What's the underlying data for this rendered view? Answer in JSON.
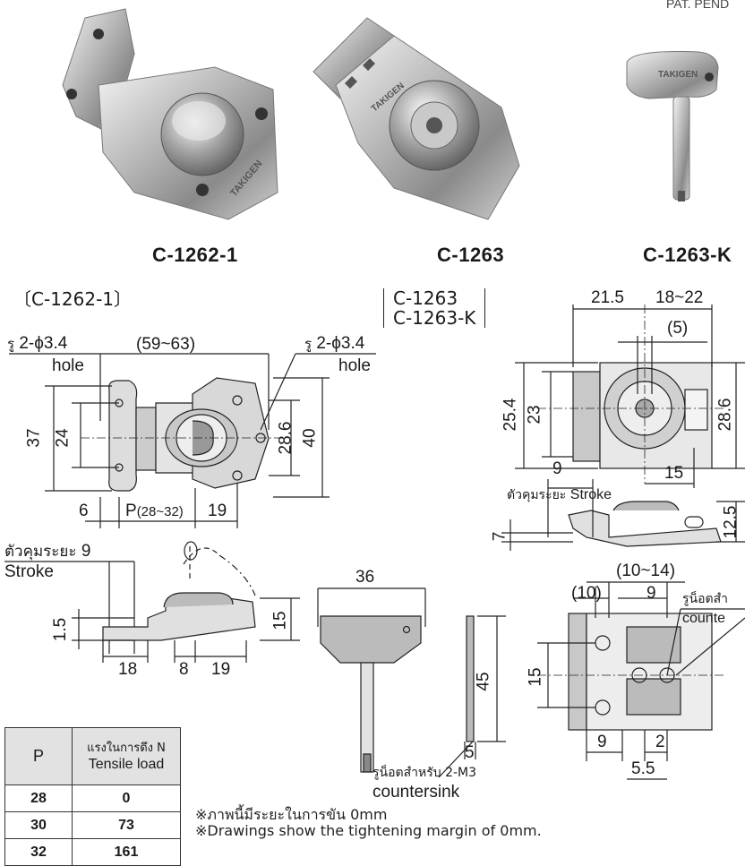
{
  "patent": "PAT. PEND",
  "products": [
    {
      "model": "C-1262-1"
    },
    {
      "model": "C-1263"
    },
    {
      "model": "C-1263-K"
    }
  ],
  "photo_text": {
    "brand1": "TAKIGEN",
    "brand2": "TAKIGEN",
    "brand3": "TAKIGEN"
  },
  "sections": {
    "c1262": "〔C-1262-1〕",
    "c1263_line1": "C-1263",
    "c1263_line2": "C-1263-K"
  },
  "dims_1262": {
    "hole_left_th": "รู",
    "hole_left": "2-ϕ3.4",
    "hole_left_en": "hole",
    "span": "(59~63)",
    "hole_right_th": "รู",
    "hole_right": "2-ϕ3.4",
    "hole_right_en": "hole",
    "h37": "37",
    "h24": "24",
    "h286": "28.6",
    "h40": "40",
    "w6": "6",
    "p": "P",
    "p_range": "(28~32)",
    "w19": "19",
    "stroke_th": "ตัวคุมระยะ",
    "stroke_val": "9",
    "stroke_en": "Stroke",
    "s15a": "1.5",
    "s15b": "15",
    "s18": "18",
    "s8": "8",
    "s19": "19"
  },
  "dims_1263": {
    "d215": "21.5",
    "d1822": "18~22",
    "d5": "(5)",
    "d254": "25.4",
    "d23": "23",
    "d286": "28.6",
    "d15": "15",
    "d9": "9",
    "stroke_th": "ตัวคุมระยะ",
    "stroke_en": "Stroke",
    "d7": "7",
    "d125": "12.5",
    "d1014": "(10~14)",
    "d10": "(10)",
    "d9b": "9",
    "csk_th": "รูน็อตสำ",
    "csk_en": "counte",
    "d15b": "15",
    "d9c": "9",
    "d2": "2",
    "d55": "5.5"
  },
  "dims_key": {
    "d36": "36",
    "d45": "45",
    "d5": "5",
    "csk_th": "รูน็อตสำหรับ 2-M3",
    "csk_en": "countersink"
  },
  "table": {
    "headers": [
      "P",
      "แรงในการดึง N",
      "Tensile load"
    ],
    "rows": [
      [
        "28",
        "0"
      ],
      [
        "30",
        "73"
      ],
      [
        "32",
        "161"
      ]
    ]
  },
  "notes": {
    "th": "※ภาพนี้มีระยะในการขัน 0mm",
    "en": "※Drawings show the tightening margin of 0mm."
  }
}
